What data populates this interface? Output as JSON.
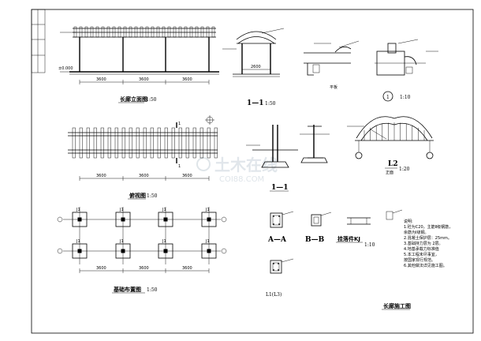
{
  "drawing": {
    "sheet_title": "长廊施工图",
    "watermark": {
      "logo_text": "土木在线",
      "url_text": "COI88.COM"
    }
  },
  "views": {
    "elevation": {
      "title": "长廊立面图",
      "scale": "1:50",
      "dims": [
        "3600",
        "3600",
        "3600"
      ],
      "level": "±0.000"
    },
    "section_1": {
      "title": "1—1",
      "scale": "1:50",
      "dims": [
        "2600"
      ]
    },
    "beam_section": {
      "note": "平板"
    },
    "detail_1": {
      "title": "1",
      "scale": "1:10"
    },
    "plan": {
      "title": "俯视图",
      "scale": "1:50",
      "dims": [
        "3600",
        "3600",
        "3600"
      ],
      "cut_mark": "1"
    },
    "section_1b": {
      "title": "1—1"
    },
    "arch": {
      "title": "L2",
      "subtitle": "正面",
      "scale": "1:20"
    },
    "foundation": {
      "title": "基础布置图",
      "scale": "1:50",
      "dims": [
        "3600",
        "3600",
        "3600"
      ],
      "labels": [
        "J1",
        "J1",
        "J1",
        "J1",
        "J1",
        "J1",
        "J1",
        "J1"
      ]
    },
    "sec_aa": {
      "title": "A—A"
    },
    "sec_bb": {
      "title": "B—B"
    },
    "sec_l": {
      "title": "L1(L3)"
    },
    "beam_detail": {
      "title": "挂落件KJ",
      "scale": "1:10"
    }
  },
  "notes": {
    "heading": "说明:",
    "lines": [
      "1.砼为C20，主筋Ⅱ级钢筋，",
      "  余筋为Ⅰ级钢。",
      "2.混凝土保护层：25mm。",
      "3.基础持力层为 2层。",
      "4.地基承载力标准值",
      "5.本工程未尽事宜，",
      "  按国家现行规范。",
      "6.其他做法详见施工图。"
    ]
  }
}
